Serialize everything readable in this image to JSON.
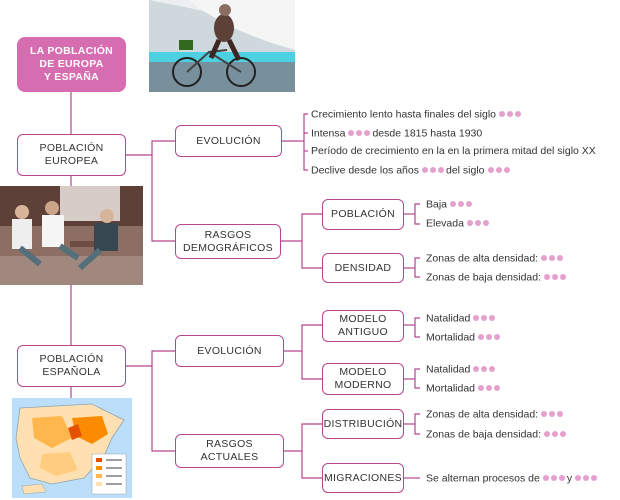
{
  "title": "LA POBLACIÓN\nDE EUROPA\nY ESPAÑA",
  "europa": {
    "label": "POBLACIÓN\nEUROPEA",
    "evolucion": {
      "label": "EVOLUCIÓN",
      "items": [
        {
          "pre": "Crecimiento lento hasta finales del siglo",
          "post": ""
        },
        {
          "pre": "Intensa",
          "post": "desde 1815 hasta 1930"
        },
        {
          "pre": "Período de crecimiento en la en la primera mitad del siglo XX",
          "post": ""
        },
        {
          "pre": "Declive desde los años",
          "post": "del siglo"
        }
      ]
    },
    "rasgos": {
      "label": "RASGOS\nDEMOGRÁFICOS",
      "poblacion": {
        "label": "POBLACIÓN",
        "items": [
          "Baja",
          "Elevada"
        ]
      },
      "densidad": {
        "label": "DENSIDAD",
        "items": [
          "Zonas de alta densidad:",
          "Zonas de baja densidad:"
        ]
      }
    }
  },
  "espana": {
    "label": "POBLACIÓN\nESPAÑOLA",
    "evolucion": {
      "label": "EVOLUCIÓN",
      "antiguo": {
        "label": "MODELO\nANTIGUO",
        "items": [
          "Natalidad",
          "Mortalidad"
        ]
      },
      "moderno": {
        "label": "MODELO\nMODERNO",
        "items": [
          "Natalidad",
          "Mortalidad"
        ]
      }
    },
    "rasgos": {
      "label": "RASGOS\nACTUALES",
      "distribucion": {
        "label": "DISTRIBUCIÓN",
        "items": [
          "Zonas de alta densidad:",
          "Zonas de baja densidad:"
        ]
      },
      "migraciones": {
        "label": "MIGRACIONES",
        "pre": "Se alternan procesos de",
        "mid": "y"
      }
    }
  },
  "colors": {
    "accent": "#b8458f",
    "title_fill": "#d76db1",
    "dot": "#e6a0cf"
  }
}
